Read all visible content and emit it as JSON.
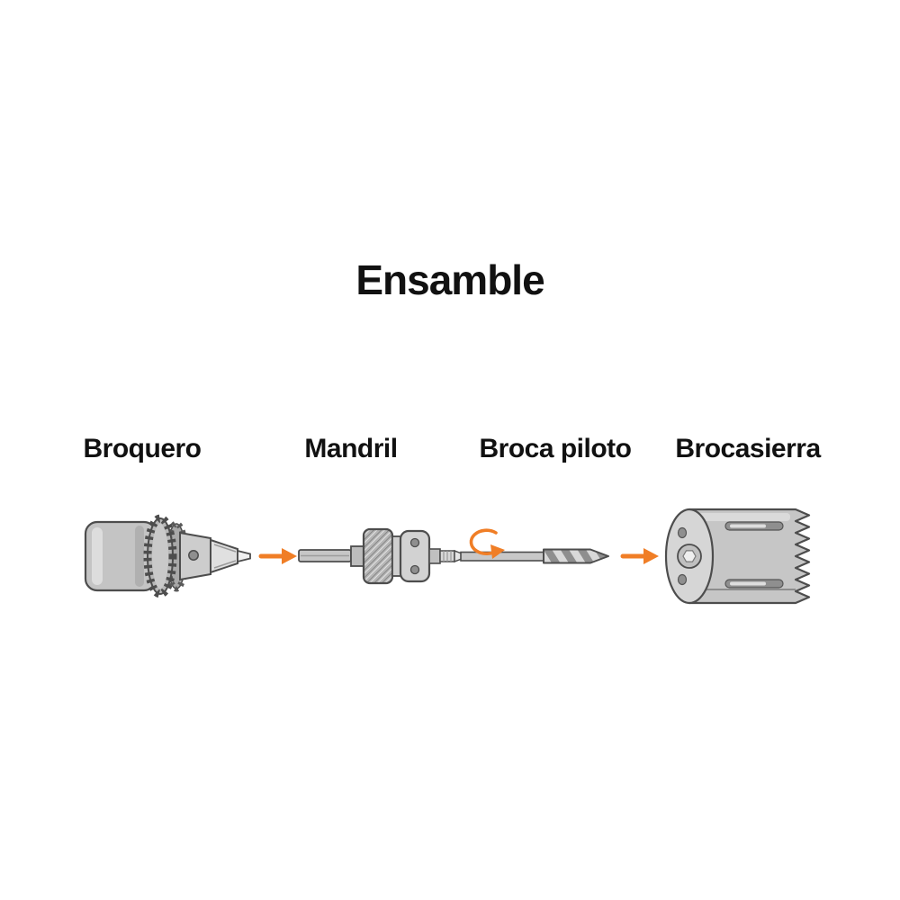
{
  "title": "Ensamble",
  "diagram": {
    "parts": [
      {
        "id": "broquero",
        "label": "Broquero"
      },
      {
        "id": "mandril",
        "label": "Mandril"
      },
      {
        "id": "broca_piloto",
        "label": "Broca piloto"
      },
      {
        "id": "brocasierra",
        "label": "Brocasierra"
      }
    ],
    "flow_arrow_count": 2,
    "rotation_arrow": true
  },
  "colors": {
    "accent_orange": "#F07E26",
    "outline": "#4d4d4d",
    "metal_light": "#e2e2e2",
    "metal_mid": "#c6c6c6",
    "metal_dark": "#8f8f8f",
    "background": "#ffffff",
    "text": "#111111"
  }
}
